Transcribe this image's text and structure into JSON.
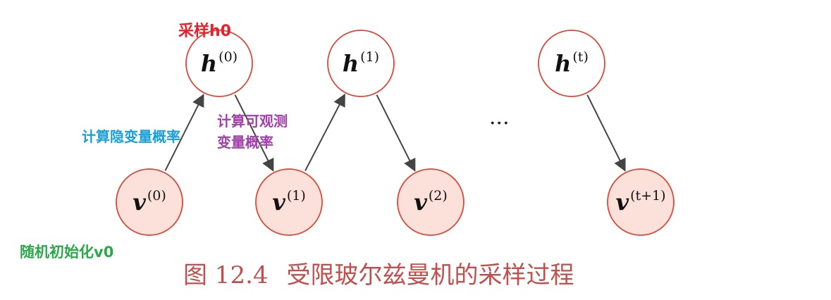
{
  "colors": {
    "node_stroke": "#d64a3a",
    "visible_fill": "#fbe1d9",
    "hidden_fill": "#ffffff",
    "arrow": "#444444",
    "red_label": "#e8202a",
    "blue_label": "#1a9fd9",
    "purple_label": "#a040a8",
    "green_label": "#2aa84a",
    "caption": "#c0504d"
  },
  "nodes": [
    {
      "id": "h0",
      "var": "h",
      "sup": "(0)",
      "kind": "hidden"
    },
    {
      "id": "h1",
      "var": "h",
      "sup": "(1)",
      "kind": "hidden"
    },
    {
      "id": "ht",
      "var": "h",
      "sup": "(t)",
      "kind": "hidden"
    },
    {
      "id": "v0",
      "var": "v",
      "sup": "(0)",
      "kind": "visible"
    },
    {
      "id": "v1",
      "var": "v",
      "sup": "(1)",
      "kind": "visible"
    },
    {
      "id": "v2",
      "var": "v",
      "sup": "(2)",
      "kind": "visible"
    },
    {
      "id": "vt1",
      "var": "v",
      "sup": "(t+1)",
      "kind": "visible"
    }
  ],
  "edges": [
    {
      "from": "v0",
      "to": "h0"
    },
    {
      "from": "h0",
      "to": "v1"
    },
    {
      "from": "v1",
      "to": "h1"
    },
    {
      "from": "h1",
      "to": "v2"
    },
    {
      "from": "ht",
      "to": "vt1"
    }
  ],
  "annotations": {
    "sample_h0": "采样h0",
    "compute_hidden": "计算隐变量概率",
    "compute_visible_line1": "计算可观测",
    "compute_visible_line2": "变量概率",
    "random_init": "随机初始化v0"
  },
  "ellipsis": "···",
  "caption": {
    "number": "图 12.4",
    "title": "受限玻尔兹曼机的采样过程"
  }
}
